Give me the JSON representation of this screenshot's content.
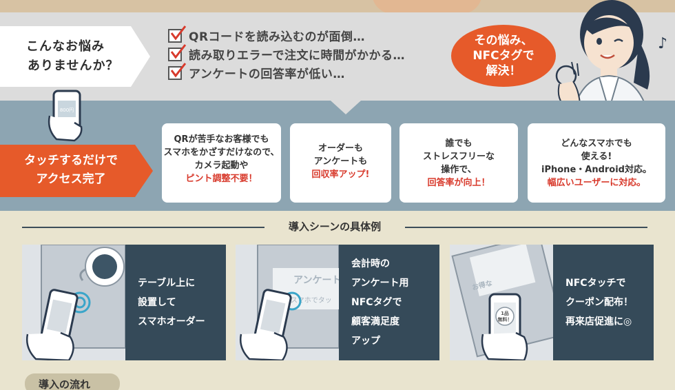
{
  "worry": {
    "label_line1": "こんなお悩み",
    "label_line2": "ありませんか？",
    "items": [
      "QRコードを読み込むのが面倒…",
      "読み取りエラーで注文に時間がかかる…",
      "アンケートの回答率が低い…"
    ]
  },
  "bubble": {
    "line1": "その悩み、",
    "line2": "NFCタグで",
    "line3": "解決！"
  },
  "touch": {
    "line1": "タッチするだけで",
    "line2": "アクセス完了",
    "phone_screen": "800円"
  },
  "cards": [
    {
      "lines": [
        "QRが苦手なお客様でも",
        "スマホをかざすだけなので、",
        "カメラ起動や"
      ],
      "highlight": "ピント調整不要！"
    },
    {
      "lines": [
        "オーダーも",
        "アンケートも"
      ],
      "highlight": "回収率アップ!"
    },
    {
      "lines": [
        "誰でも",
        "ストレスフリーな",
        "操作で、"
      ],
      "highlight": "回答率が向上！"
    },
    {
      "lines": [
        "どんなスマホでも",
        "使える!",
        "iPhone・Android対応。"
      ],
      "highlight": "幅広いユーザーに対応。"
    }
  ],
  "section_title": "導入シーンの具体例",
  "scenes": [
    {
      "lines": [
        "テーブル上に",
        "設置して",
        "スマホオーダー"
      ]
    },
    {
      "lines": [
        "会計時の",
        "アンケート用",
        "NFCタグで",
        "顧客満足度",
        "アップ"
      ],
      "img_text1": "アンケート",
      "img_text2": "スマホでタッ"
    },
    {
      "lines": [
        "NFCタッチで",
        "クーポン配布！",
        "再来店促進に◎"
      ],
      "img_text1": "お得な",
      "img_badge1": "1品",
      "img_badge2": "無料！"
    }
  ],
  "flow_tab": "導入の流れ",
  "colors": {
    "accent": "#e65a2a",
    "navy": "#354a59",
    "blue_band": "#8da5b2",
    "highlight": "#d83a2c"
  }
}
